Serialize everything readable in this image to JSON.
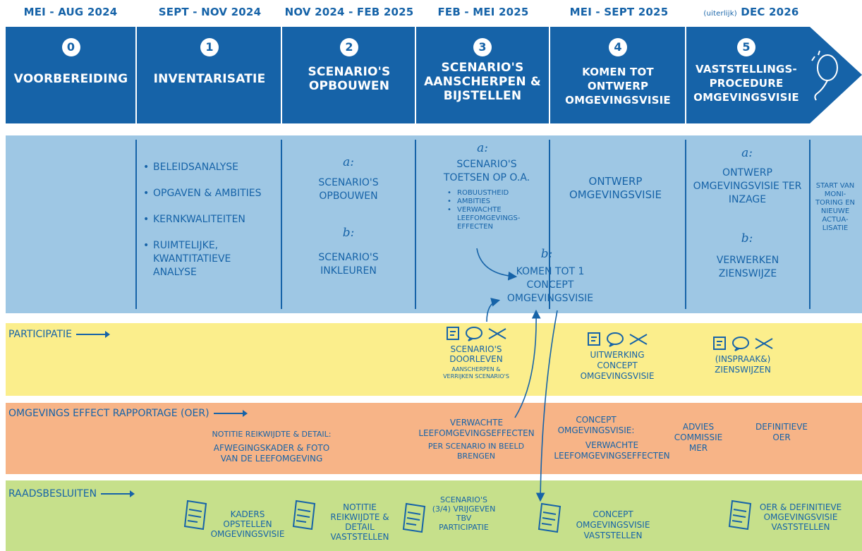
{
  "periods": [
    "MEI - AUG 2024",
    "SEPT - NOV 2024",
    "NOV 2024 - FEB 2025",
    "FEB - MEI 2025",
    "MEI - SEPT 2025",
    "DEC 2026"
  ],
  "period_prefix_last": "(uiterlijk)",
  "phases": [
    {
      "num": "0",
      "title": "VOORBEREIDING"
    },
    {
      "num": "1",
      "title": "INVENTARISATIE"
    },
    {
      "num": "2",
      "title": "SCENARIO'S OPBOUWEN"
    },
    {
      "num": "3",
      "title": "SCENARIO'S AANSCHERPEN & BIJSTELLEN"
    },
    {
      "num": "4",
      "title": "KOMEN TOT ONTWERP OMGEVINGSVISIE"
    },
    {
      "num": "5",
      "title": "VASTSTELLINGS- PROCEDURE OMGEVINGSVISIE"
    }
  ],
  "activities": {
    "inventarisatie": [
      "BELEIDSANALYSE",
      "OPGAVEN & AMBITIES",
      "KERNKWALITEITEN",
      "RUIMTELIJKE, KWANTITATIEVE ANALYSE"
    ],
    "p2_a_letter": "a:",
    "p2_a": "SCENARIO'S OPBOUWEN",
    "p2_b_letter": "b:",
    "p2_b": "SCENARIO'S INKLEUREN",
    "p3_a_letter": "a:",
    "p3_a": "SCENARIO'S TOETSEN op o.a.",
    "p3_a_items": [
      "ROBUUSTHEID",
      "AMBITIES",
      "VERWACHTE LEEFOMGEVINGS- EFFECTEN"
    ],
    "p3_b_letter": "b:",
    "p3_b": "KOMEN TOT 1 CONCEPT OMGEVINGSVISIE",
    "p4": "ONTWERP OMGEVINGSVISIE",
    "p5_a_letter": "a:",
    "p5_a": "ONTWERP OMGEVINGSVISIE TER INZAGE",
    "p5_b_letter": "b:",
    "p5_b": "VERWERKEN ZIENSWIJZE",
    "final": "START van MONI- TORING en NIEUWE ACTUA- LISATIE"
  },
  "participatie": {
    "label": "PARTICIPATIE",
    "item1": "SCENARIO'S DOORLEVEN",
    "item1_sub": "AANSCHERPEN & VERRIJKEN SCENARIO'S",
    "item2": "UITWERKING CONCEPT OMGEVINGSVISIE",
    "item3": "(INSPRAAK&) ZIENSWIJZEN"
  },
  "oer": {
    "label": "OMGEVINGS EFFECT RAPPORTAGE (OER)",
    "item1_title": "NOTITIE REIKWIJDTE & DETAIL:",
    "item1_body": "AFWEGINGSKADER & FOTO VAN DE LEEFOMGEVING",
    "item2_title": "VERWACHTE LEEFOMGEVINGSEFFECTEN",
    "item2_body": "PER SCENARIO IN BEELD BRENGEN",
    "item3_title": "CONCEPT OMGEVINGSVISIE:",
    "item3_body": "VERWACHTE LEEFOMGEVINGSEFFECTEN",
    "item4": "ADVIES COMMISSIE MER",
    "item5": "DEFINITIEVE OER"
  },
  "raad": {
    "label": "RAADSBESLUITEN",
    "items": [
      "KADERS OPSTELLEN OMGEVINGSVISIE",
      "NOTITIE REIKWIJDTE & DETAIL VASTSTELLEN",
      "SCENARIO'S (3/4) VRIJGEVEN tbv PARTICIPATIE",
      "CONCEPT OMGEVINGSVISIE VASTSTELLEN",
      "OER & DEFINITIEVE OMGEVINGSVISIE VASTSTELLEN"
    ]
  },
  "colors": {
    "phase_bar": "#1663a8",
    "activities": "#9ec7e4",
    "participatie": "#fbee8c",
    "oer": "#f7b487",
    "raad": "#c6e08b",
    "ink": "#1663a8"
  },
  "icons": [
    "document-icon",
    "speech-bubble-icon",
    "chat-bubble-icon",
    "crossed-hands-icon",
    "balloon-icon"
  ]
}
